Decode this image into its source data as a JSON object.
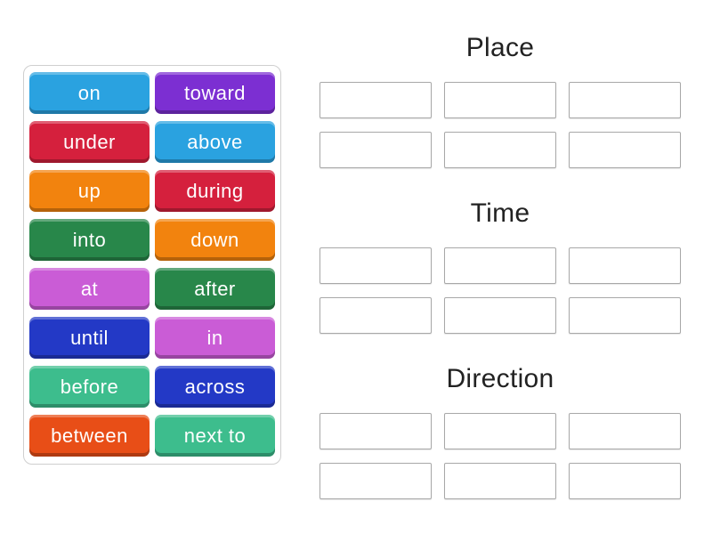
{
  "page": {
    "background_color": "#ffffff",
    "activity_type": "group-sort"
  },
  "colors": {
    "tray_border": "#cfcfcf",
    "slot_border": "#a8a8a8",
    "heading_text": "#222222",
    "tile_text": "#ffffff"
  },
  "board": {
    "tiles": [
      {
        "label": "on",
        "color": "#2aa2e0"
      },
      {
        "label": "toward",
        "color": "#7c2fd2"
      },
      {
        "label": "under",
        "color": "#d5203d"
      },
      {
        "label": "above",
        "color": "#2aa2e0"
      },
      {
        "label": "up",
        "color": "#f2830e"
      },
      {
        "label": "during",
        "color": "#d5203d"
      },
      {
        "label": "into",
        "color": "#28874a"
      },
      {
        "label": "down",
        "color": "#f2830e"
      },
      {
        "label": "at",
        "color": "#ca5cd6"
      },
      {
        "label": "after",
        "color": "#28874a"
      },
      {
        "label": "until",
        "color": "#2339c6"
      },
      {
        "label": "in",
        "color": "#ca5cd6"
      },
      {
        "label": "before",
        "color": "#3dbd8d"
      },
      {
        "label": "across",
        "color": "#2339c6"
      },
      {
        "label": "between",
        "color": "#e84e17"
      },
      {
        "label": "next to",
        "color": "#3dbd8d"
      }
    ]
  },
  "groups": [
    {
      "label": "Place",
      "slots": 6
    },
    {
      "label": "Time",
      "slots": 6
    },
    {
      "label": "Direction",
      "slots": 6
    }
  ]
}
